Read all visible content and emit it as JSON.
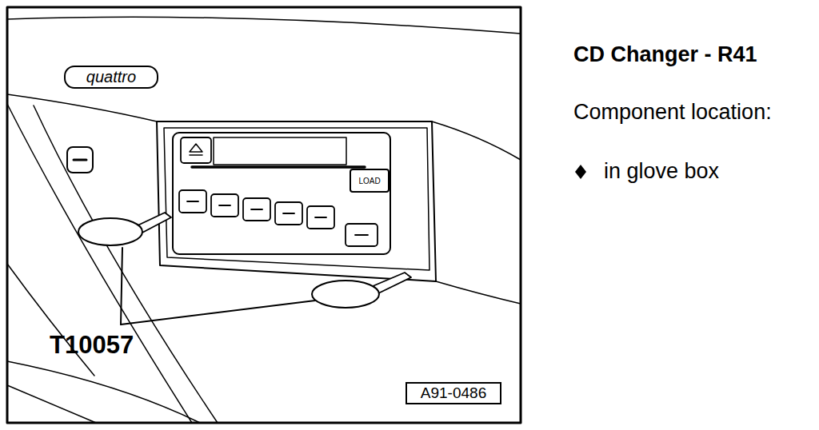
{
  "diagram": {
    "title": "CD Changer - R41",
    "nodes": [
      {
        "text": [
          "quattro"
        ]
      },
      {
        "text": [
          "LOAD"
        ]
      },
      {
        "text": [
          "A91-0486"
        ]
      }
    ],
    "labels": [
      "Component location:",
      "in glove box",
      "T10057"
    ]
  }
}
